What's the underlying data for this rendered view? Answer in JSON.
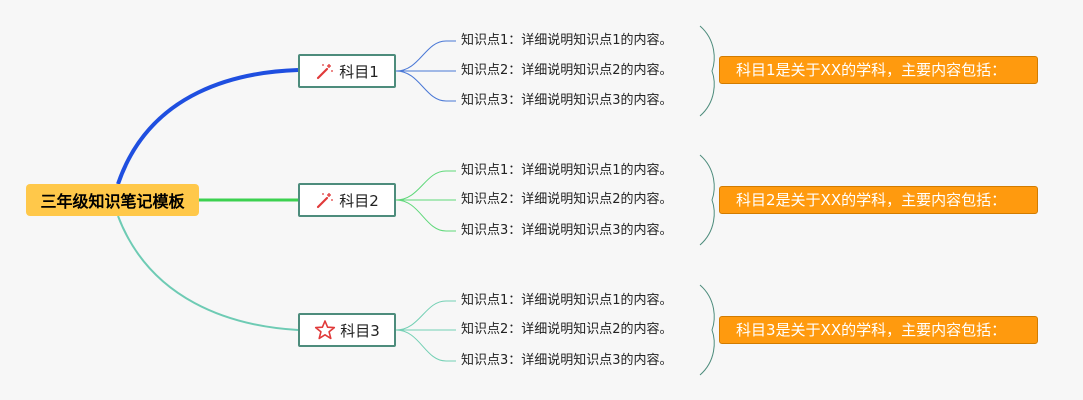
{
  "root": {
    "label": "三年级知识笔记模板"
  },
  "subjects": [
    {
      "label": "科目1",
      "icon": "magic-wand-icon",
      "branch_color": "#1f4fe0",
      "child_color": "#4a78d6",
      "points": [
        "知识点1：详细说明知识点1的内容。",
        "知识点2：详细说明知识点2的内容。",
        "知识点3：详细说明知识点3的内容。"
      ],
      "summary": "科目1是关于XX的学科，主要内容包括："
    },
    {
      "label": "科目2",
      "icon": "magic-wand-icon",
      "branch_color": "#3cd150",
      "child_color": "#5fd87a",
      "points": [
        "知识点1：详细说明知识点1的内容。",
        "知识点2：详细说明知识点2的内容。",
        "知识点3：详细说明知识点3的内容。"
      ],
      "summary": "科目2是关于XX的学科，主要内容包括："
    },
    {
      "label": "科目3",
      "icon": "star-icon",
      "branch_color": "#6ecbb4",
      "child_color": "#73d0b4",
      "points": [
        "知识点1：详细说明知识点1的内容。",
        "知识点2：详细说明知识点2的内容。",
        "知识点3：详细说明知识点3的内容。"
      ],
      "summary": "科目3是关于XX的学科，主要内容包括："
    }
  ],
  "colors": {
    "root_fill": "#ffc84a",
    "summary_fill": "#ff9a0e",
    "node_border": "#4d8c7c",
    "bracket": "#4d8c7c"
  }
}
